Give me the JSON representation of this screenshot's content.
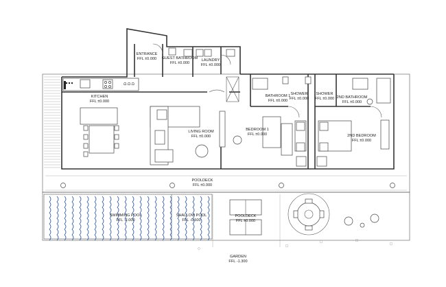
{
  "rooms": [
    {
      "id": "entrance",
      "name": "ENTRANCE",
      "level": "FFL ±0.000"
    },
    {
      "id": "guest-bathroom",
      "name": "GUEST BATHROOM",
      "level": "FFL ±0.000"
    },
    {
      "id": "laundry",
      "name": "LAUNDRY",
      "level": "FFL ±0.000"
    },
    {
      "id": "kitchen",
      "name": "KITCHEN",
      "level": "FFL ±0.000"
    },
    {
      "id": "living-room",
      "name": "LIVING ROOM",
      "level": "FFL ±0.000"
    },
    {
      "id": "bathroom-1",
      "name": "BATHROOM 1",
      "level": "FFL ±0.000"
    },
    {
      "id": "shower-1",
      "name": "SHOWER",
      "level": "FFL ±0.000"
    },
    {
      "id": "shower-2",
      "name": "SHOWER",
      "level": "FFL ±0.000"
    },
    {
      "id": "bathroom-2",
      "name": "2ND BATHROOM",
      "level": "FFL ±0.000"
    },
    {
      "id": "bedroom-1",
      "name": "BEDROOM 1",
      "level": "FFL ±0.000"
    },
    {
      "id": "bedroom-2",
      "name": "2ND BEDROOM",
      "level": "FFL ±0.000"
    },
    {
      "id": "pooldeck-main",
      "name": "POOLDECK",
      "level": "FFL ±0.000"
    },
    {
      "id": "swimming-pool",
      "name": "SWIMMING POOL",
      "level": "FFL -2.000"
    },
    {
      "id": "shallow-pool",
      "name": "SHALLOW POOL",
      "level": "FFL -0.500"
    },
    {
      "id": "pooldeck-lower",
      "name": "POOLDECK",
      "level": "FFL ±0.000"
    },
    {
      "id": "garden",
      "name": "GARDEN",
      "level": "FFL -1.300"
    }
  ],
  "colors": {
    "walls": "#333333",
    "water": "#2f5aa8",
    "fixtures": "#444444"
  }
}
